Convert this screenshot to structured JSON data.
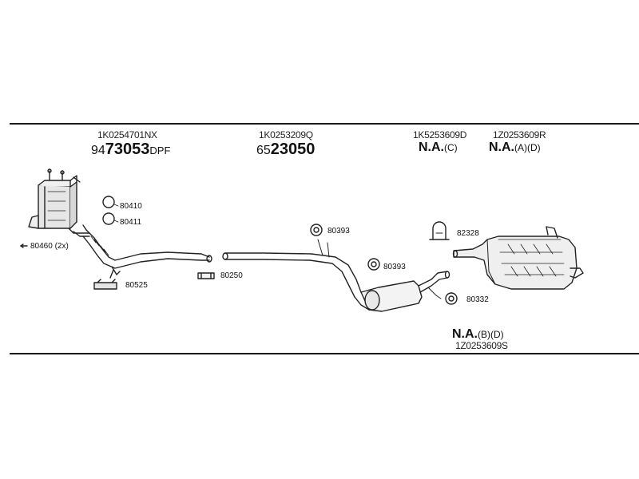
{
  "top_parts": [
    {
      "part_no": "1K0254701NX",
      "code_prefix": "94",
      "code_main": "73053",
      "code_suffix": "DPF"
    },
    {
      "part_no": "1K0253209Q",
      "code_prefix": "65",
      "code_main": "23050",
      "code_suffix": ""
    },
    {
      "part_no": "1K5253609D",
      "code_main": "N.A.",
      "code_suffix": "(C)"
    },
    {
      "part_no": "1Z0253609R",
      "code_main": "N.A.",
      "code_suffix": "(A)(D)"
    }
  ],
  "bottom_part": {
    "part_no": "1Z0253609S",
    "code_main": "N.A.",
    "code_suffix": "(B)(D)"
  },
  "callouts": {
    "gasket_1": "80410",
    "gasket_2": "80411",
    "flange": "80460 (2x)",
    "bracket": "80525",
    "clamp_1": "80250",
    "hanger_1": "80393",
    "hanger_2": "80393",
    "hanger_3": "80332",
    "clamp_2": "82328"
  }
}
